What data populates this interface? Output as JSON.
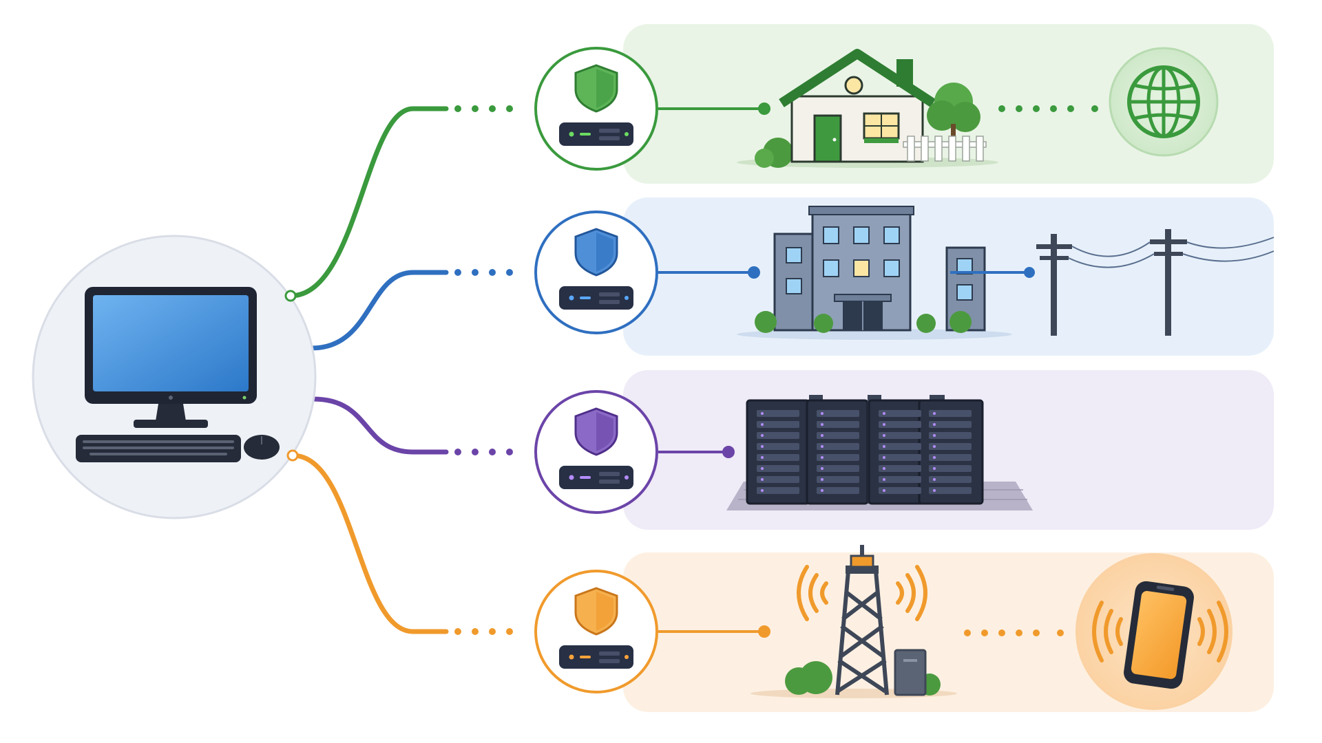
{
  "diagram": {
    "hub": {
      "icon": "desktop-computer-icon"
    },
    "routes": [
      {
        "id": "home",
        "color": "#3a9a3d",
        "band": "#e9f4e6",
        "destination": "house-icon",
        "endpoint": "globe-icon"
      },
      {
        "id": "office",
        "color": "#2f6fc0",
        "band": "#e7f0fa",
        "destination": "office-building-icon",
        "endpoint": "utility-pole-icon"
      },
      {
        "id": "datacenter",
        "color": "#6b44a8",
        "band": "#efebf7",
        "destination": "server-racks-icon",
        "endpoint": ""
      },
      {
        "id": "mobile",
        "color": "#f09a2c",
        "band": "#fdf0e2",
        "destination": "cell-tower-icon",
        "endpoint": "smartphone-icon"
      }
    ],
    "gateway_icons": [
      "shield-icon",
      "router-icon"
    ]
  }
}
